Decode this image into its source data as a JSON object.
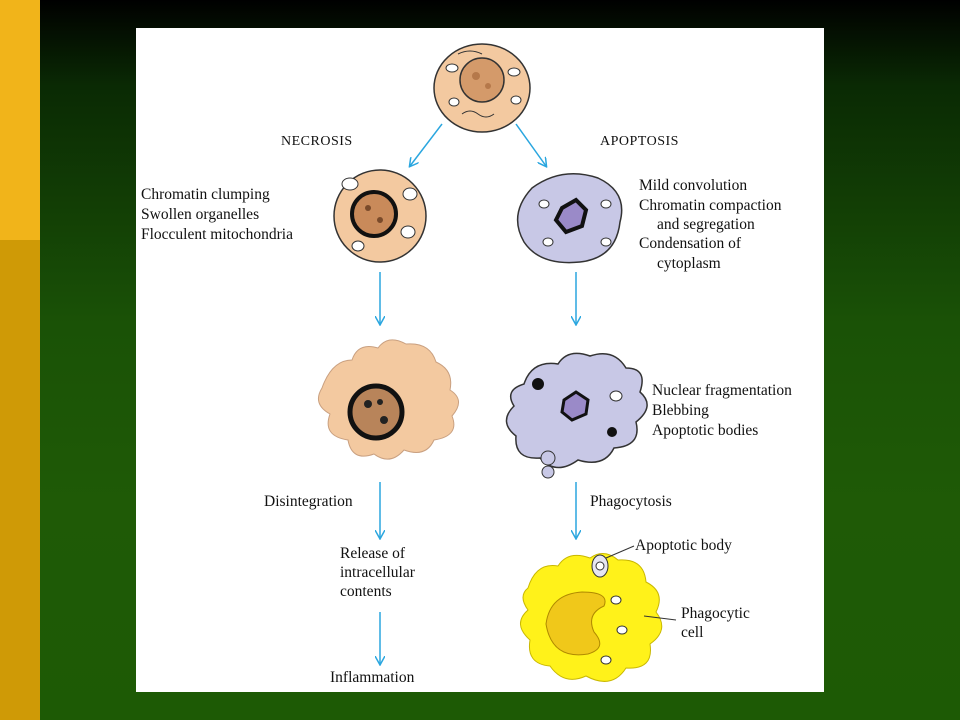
{
  "colors": {
    "background": "#1f5a06",
    "sidebar_top": "#f1b41a",
    "sidebar_bottom": "#cf9a06",
    "arrow": "#2aa6df",
    "necrotic_cell": "#f3c9a0",
    "apoptotic_cell": "#c8c8e6",
    "phagocyte": "#fff21a"
  },
  "headers": {
    "necrosis": "NECROSIS",
    "apoptosis": "APOPTOSIS"
  },
  "necrosis_stage1": [
    "Chromatin clumping",
    "Swollen organelles",
    "Flocculent mitochondria"
  ],
  "apoptosis_stage1": [
    "Mild convolution",
    "Chromatin compaction",
    "and segregation",
    "Condensation of",
    "cytoplasm"
  ],
  "apoptosis_stage2": [
    "Nuclear fragmentation",
    "Blebbing",
    "Apoptotic bodies"
  ],
  "necrosis_steps": {
    "disintegration": "Disintegration",
    "release": [
      "Release of",
      "intracellular",
      "contents"
    ],
    "inflammation": "Inflammation"
  },
  "apoptosis_steps": {
    "phagocytosis": "Phagocytosis",
    "apoptotic_body": "Apoptotic body",
    "phagocytic_cell": [
      "Phagocytic",
      "cell"
    ]
  }
}
